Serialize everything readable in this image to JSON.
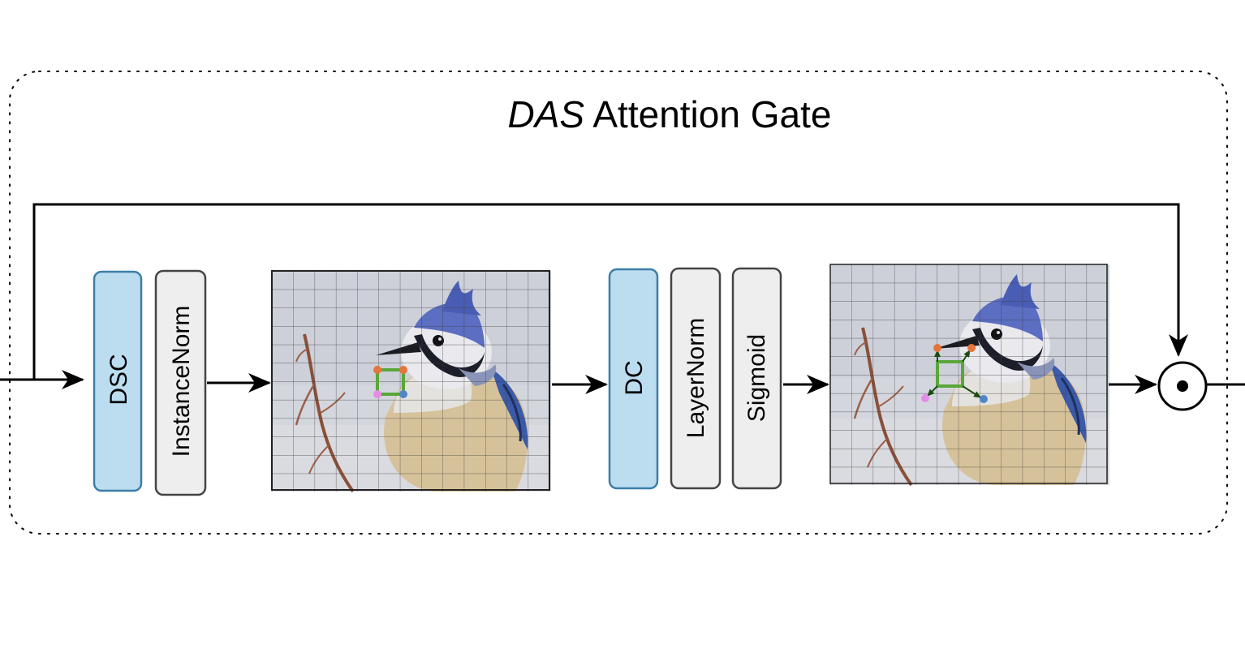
{
  "title": {
    "italic": "DAS",
    "rest": " Attention Gate"
  },
  "blocks": {
    "dsc": "DSC",
    "instancenorm": "InstanceNorm",
    "dc": "DC",
    "layernorm": "LayerNorm",
    "sigmoid": "Sigmoid"
  },
  "colors": {
    "conv_fill": "#bcdcef",
    "conv_stroke": "#3a7ea8",
    "norm_fill": "#eeeeee",
    "norm_stroke": "#444444",
    "sampling_box": "#5aa63a",
    "point_orange": "#e5743d",
    "point_pink": "#e58be8",
    "point_blue": "#4f86c6"
  },
  "icons": {
    "gate_op": "hadamard-product-icon",
    "images": "blue-jay-photo-with-grid"
  }
}
